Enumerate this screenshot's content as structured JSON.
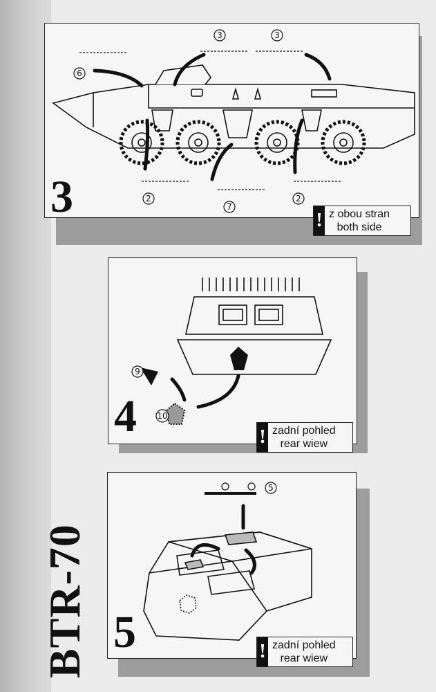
{
  "model": {
    "title": "BTR-70"
  },
  "steps": [
    {
      "number": "3",
      "note_line1": "z obou stran",
      "note_line2": "both side",
      "parts": [
        "6",
        "3",
        "3",
        "2",
        "7",
        "2"
      ]
    },
    {
      "number": "4",
      "note_line1": "zadní pohled",
      "note_line2": "rear wiew",
      "parts": [
        "9",
        "10"
      ]
    },
    {
      "number": "5",
      "note_line1": "zadní pohled",
      "note_line2": "rear wiew",
      "parts": [
        "5"
      ]
    }
  ],
  "icons": {
    "warning": "exclamation-icon",
    "part_callout": "numbered-circle-icon",
    "arrow": "curved-arrow-icon"
  },
  "colors": {
    "ink": "#111111",
    "paper": "#f6f6f6",
    "shadow": "#9d9d9d",
    "sidebar": "#c4c4c4"
  }
}
